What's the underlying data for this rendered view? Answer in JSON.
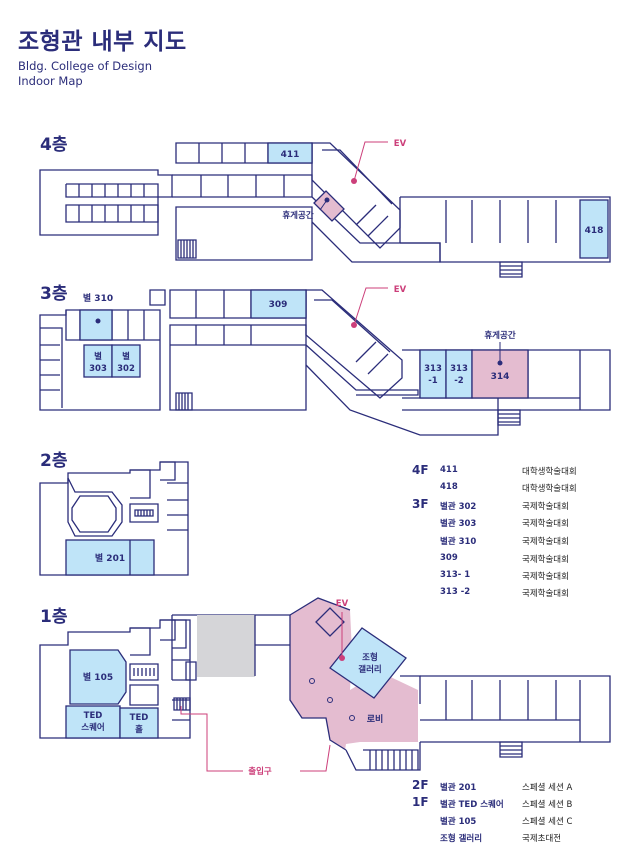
{
  "title": "조형관 내부 지도",
  "subtitle_line1": "Bldg. College of Design",
  "subtitle_line2": "Indoor Map",
  "colors": {
    "navy": "#2b2d7a",
    "room_blue": "#bfe4f8",
    "pink": "#cc3f7a",
    "pink_fill": "#e4bcd0",
    "grey_fill": "#d5d5d8"
  },
  "floors": {
    "f4": {
      "label": "4층",
      "rooms": {
        "r411": "411",
        "r418": "418"
      },
      "rest": "휴게공간",
      "ev": "EV"
    },
    "f3": {
      "label": "3층",
      "rooms": {
        "b310": "별 310",
        "r309": "309",
        "b303a": "별",
        "b303b": "303",
        "b302a": "별",
        "b302b": "302",
        "r313_1a": "313",
        "r313_1b": "-1",
        "r313_2a": "313",
        "r313_2b": "-2",
        "r314": "314"
      },
      "rest": "휴게공간",
      "ev": "EV"
    },
    "f2": {
      "label": "2층",
      "rooms": {
        "b201": "별 201"
      }
    },
    "f1": {
      "label": "1층",
      "rooms": {
        "b105": "별 105",
        "ted1a": "TED",
        "ted1b": "스퀘어",
        "ted2a": "TED",
        "ted2b": "홀",
        "gal_a": "조형",
        "gal_b": "갤러리",
        "lobby": "로비"
      },
      "ev": "EV",
      "entrance": "출입구"
    }
  },
  "legend_upper": [
    {
      "floor": "4F",
      "room": "411",
      "event": "대학생학술대회"
    },
    {
      "floor": "",
      "room": "418",
      "event": "대학생학술대회"
    },
    {
      "floor": "3F",
      "room": "별관 302",
      "event": "국제학술대회"
    },
    {
      "floor": "",
      "room": "별관 303",
      "event": "국제학술대회"
    },
    {
      "floor": "",
      "room": "별관 310",
      "event": "국제학술대회"
    },
    {
      "floor": "",
      "room": "309",
      "event": "국제학술대회"
    },
    {
      "floor": "",
      "room": "313- 1",
      "event": "국제학술대회"
    },
    {
      "floor": "",
      "room": "313 -2",
      "event": "국제학술대회"
    }
  ],
  "legend_lower": [
    {
      "floor": "2F",
      "room": "별관 201",
      "event": "스페셜 세션 A"
    },
    {
      "floor": "1F",
      "room": "별관 TED 스퀘어",
      "event": "스페셜 세션 B"
    },
    {
      "floor": "",
      "room": "별관 105",
      "event": "스페셜 세션 C"
    },
    {
      "floor": "",
      "room": "조형 갤러리",
      "event": "국제초대전"
    }
  ]
}
